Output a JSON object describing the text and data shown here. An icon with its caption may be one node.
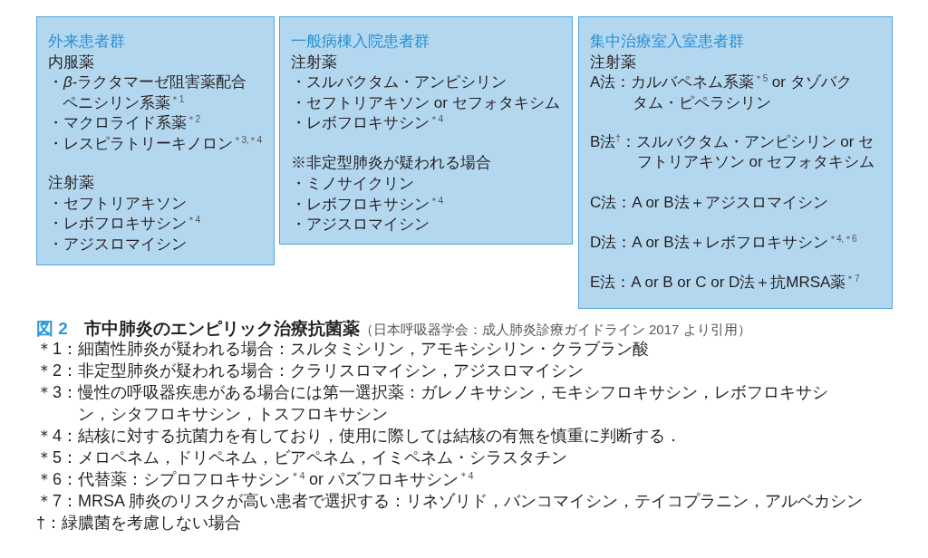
{
  "diagram": {
    "title": "市中肺炎のエンピリック治療抗菌薬",
    "caption": "（日本呼吸器学会：成人肺炎診療ガイドライン 2017 より引用）",
    "nodes": [
      {
        "text": [
          "外来患者群",
          "内服薬",
          "・*β*-ラクタマーゼ阻害薬配合ペニシリン系薬$^{＊1}$",
          "・マクロライド系薬$^{＊2}$",
          "・レスピラトリーキノロン$^{＊3,＊4}$",
          "注射薬",
          "・セフトリアキソン",
          "・レボフロキサシン$^{＊4}$",
          "・アジスロマイシン"
        ]
      },
      {
        "text": [
          "一般病棟入院患者群",
          "注射薬",
          "・スルバクタム・アンピシリン",
          "・セフトリアキソン or セフォタキシム",
          "・レボフロキサシン$^{＊4}$",
          "※非定型肺炎が疑われる場合",
          "・ミノサイクリン",
          "・レボフロキサシン$^{＊4}$",
          "・アジスロマイシン"
        ]
      },
      {
        "text": [
          "集中治療室入室患者群",
          "注射薬",
          "A法：カルバペネム系薬$^{＊5}$ or タゾバクタム・ピペラシリン",
          "B法$^{†}$：スルバクタム・アンピシリン or セフトリアキソン or セフォタキシム",
          "C法：A or B法＋アジスロマイシン",
          "D法：A or B法＋レボフロキサシン$^{＊4,＊6}$",
          "E法：A or B or C or D法＋抗MRSA薬$^{＊7}$"
        ]
      }
    ],
    "labels": [
      "図 2",
      "＊1：細菌性肺炎が疑われる場合：スルタミシリン，アモキシシリン・クラブラン酸",
      "＊2：非定型肺炎が疑われる場合：クラリスロマイシン，アジスロマイシン",
      "＊3：慢性の呼吸器疾患がある場合には第一選択薬：ガレノキサシン，モキシフロキサシン，レボフロキサシン，シタフロキサシン，トスフロキサシン",
      "＊4：結核に対する抗菌力を有しており，使用に際しては結核の有無を慎重に判断する．",
      "＊5：メロペネム，ドリペネム，ビアペネム，イミペネム・シラスタチン",
      "＊6：代替薬：シプロフロキサシン$^{＊4}$ or パズフロキサシン$^{＊4}$",
      "＊7：MRSA 肺炎のリスクが高い患者で選択する：リネゾリド，バンコマイシン，テイコプラニン，アルベカシン",
      "†：緑膿菌を考慮しない場合"
    ]
  }
}
